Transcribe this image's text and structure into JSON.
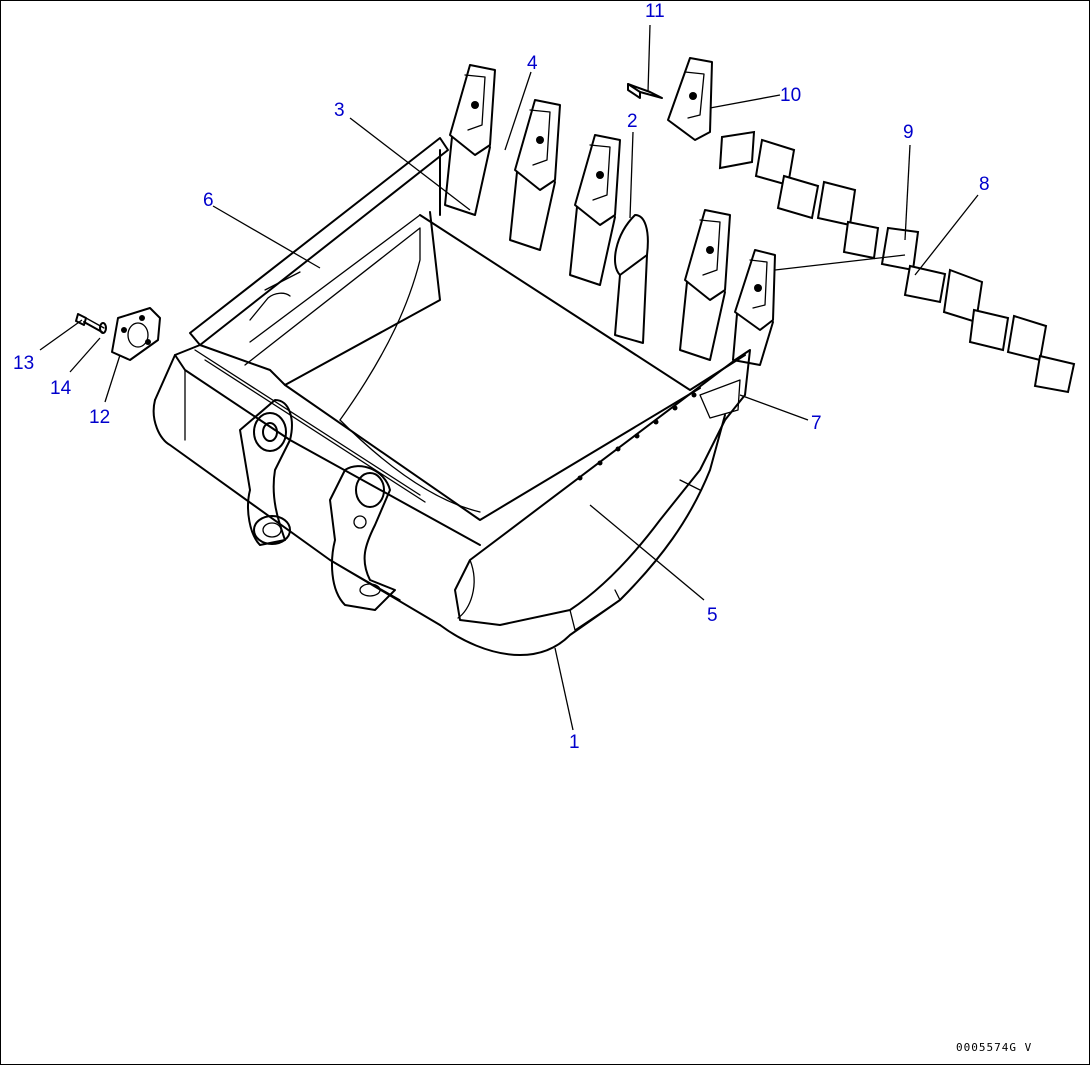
{
  "callouts": {
    "c1": "1",
    "c2": "2",
    "c3": "3",
    "c4": "4",
    "c5": "5",
    "c6": "6",
    "c7": "7",
    "c8": "8",
    "c9": "9",
    "c10": "10",
    "c11": "11",
    "c12": "12",
    "c13": "13",
    "c14": "14"
  },
  "document_id": "0005574G V",
  "colors": {
    "callout": "#0000cc",
    "line": "#000000",
    "background": "#ffffff"
  }
}
